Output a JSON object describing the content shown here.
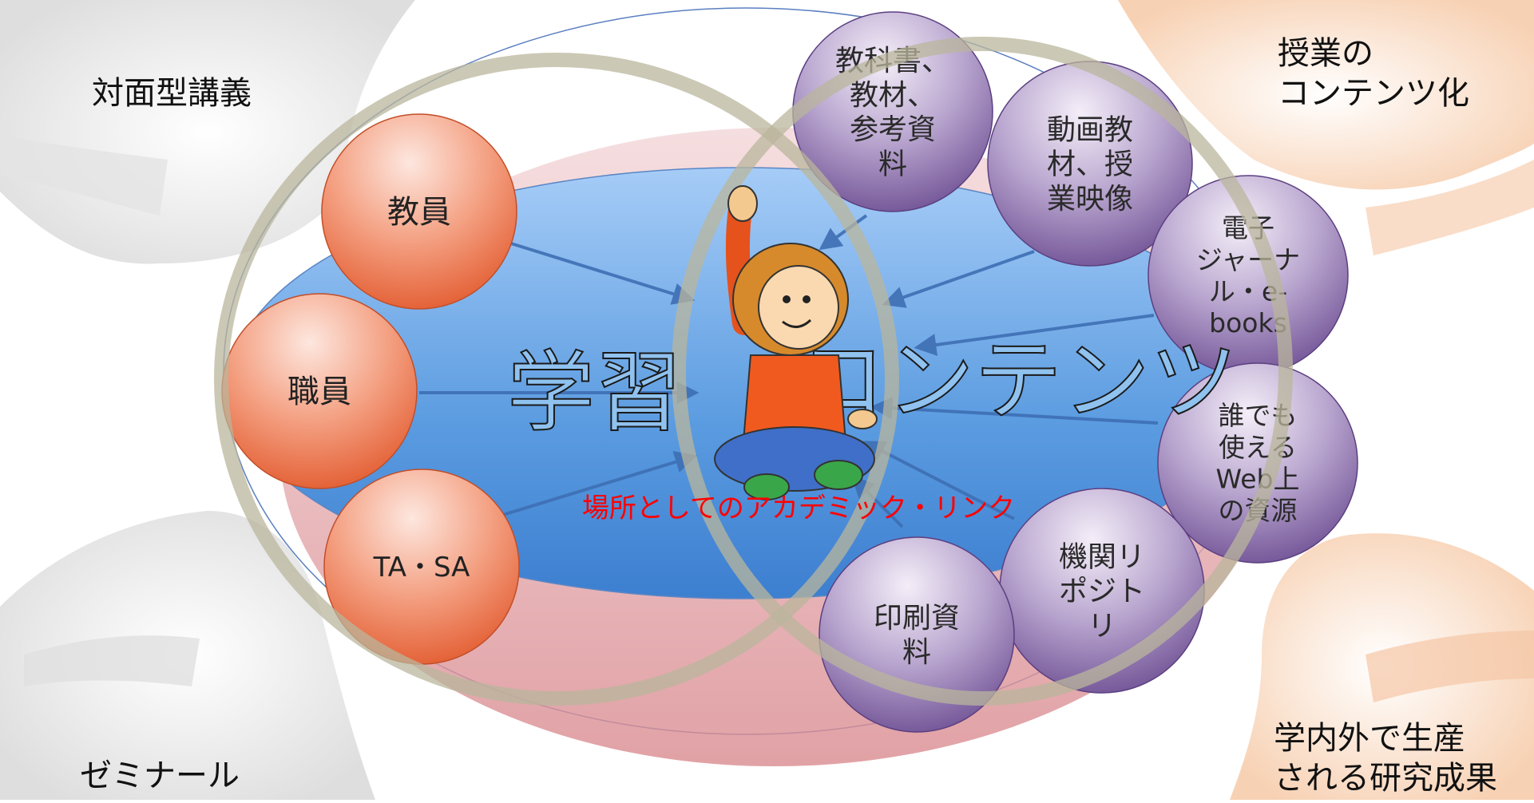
{
  "corner_labels": {
    "top_left": "対面型講義",
    "top_right": [
      "授業の",
      "コンテンツ化"
    ],
    "bottom_left": "ゼミナール",
    "bottom_right": [
      "学内外で生産",
      "される研究成果"
    ]
  },
  "center_labels": {
    "learning": "学習",
    "contents": "コンテンツ",
    "place": "場所としてのアカデミック・リンク"
  },
  "people_nodes": [
    [
      "教員"
    ],
    [
      "職員"
    ],
    [
      "TA・SA"
    ]
  ],
  "content_nodes": [
    [
      "教科書、",
      "教材、",
      "参考資",
      "料"
    ],
    [
      "動画教",
      "材、授",
      "業映像"
    ],
    [
      "電子",
      "ジャーナ",
      "ル・e-",
      "books"
    ],
    [
      "誰でも",
      "使える",
      "Web上",
      "の資源"
    ],
    [
      "機関リ",
      "ポジト",
      "リ"
    ],
    [
      "印刷資",
      "料"
    ]
  ],
  "colors": {
    "people_node": "#e8603a",
    "content_node": "#8a6fa8",
    "learning_text": "#8fc0ee",
    "place_text": "#ff0000",
    "ring": "#b8b49a"
  },
  "icons": {
    "student": "student-raising-hand-icon"
  }
}
